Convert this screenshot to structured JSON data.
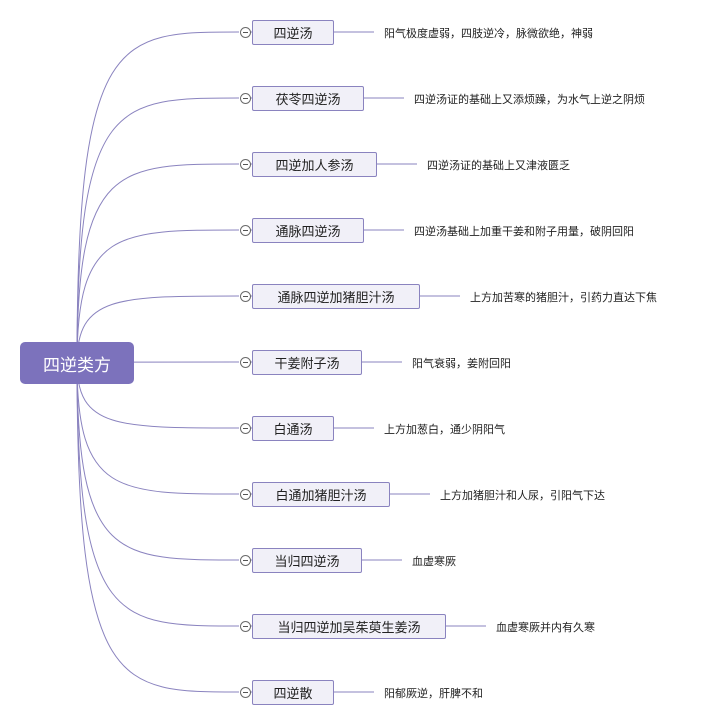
{
  "root": {
    "label": "四逆类方"
  },
  "branches": [
    {
      "label": "四逆汤",
      "note": "阳气极度虚弱，四肢逆冷，脉微欲绝，神弱"
    },
    {
      "label": "茯苓四逆汤",
      "note": "四逆汤证的基础上又添烦躁，为水气上逆之阴烦"
    },
    {
      "label": "四逆加人参汤",
      "note": "四逆汤证的基础上又津液匮乏"
    },
    {
      "label": "通脉四逆汤",
      "note": "四逆汤基础上加重干姜和附子用量，破阴回阳"
    },
    {
      "label": "通脉四逆加猪胆汁汤",
      "note": "上方加苦寒的猪胆汁，引药力直达下焦"
    },
    {
      "label": "干姜附子汤",
      "note": "阳气衰弱，姜附回阳"
    },
    {
      "label": "白通汤",
      "note": "上方加葱白，通少阴阳气"
    },
    {
      "label": "白通加猪胆汁汤",
      "note": "上方加猪胆汁和人尿，引阳气下达"
    },
    {
      "label": "当归四逆汤",
      "note": "血虚寒厥"
    },
    {
      "label": "当归四逆加吴茱萸生姜汤",
      "note": "血虚寒厥并内有久寒"
    },
    {
      "label": "四逆散",
      "note": "阳郁厥逆，肝脾不和"
    }
  ],
  "colors": {
    "connector": "#8a83bf",
    "root": "#7c72bc",
    "node_fill": "#f1f0f8"
  }
}
